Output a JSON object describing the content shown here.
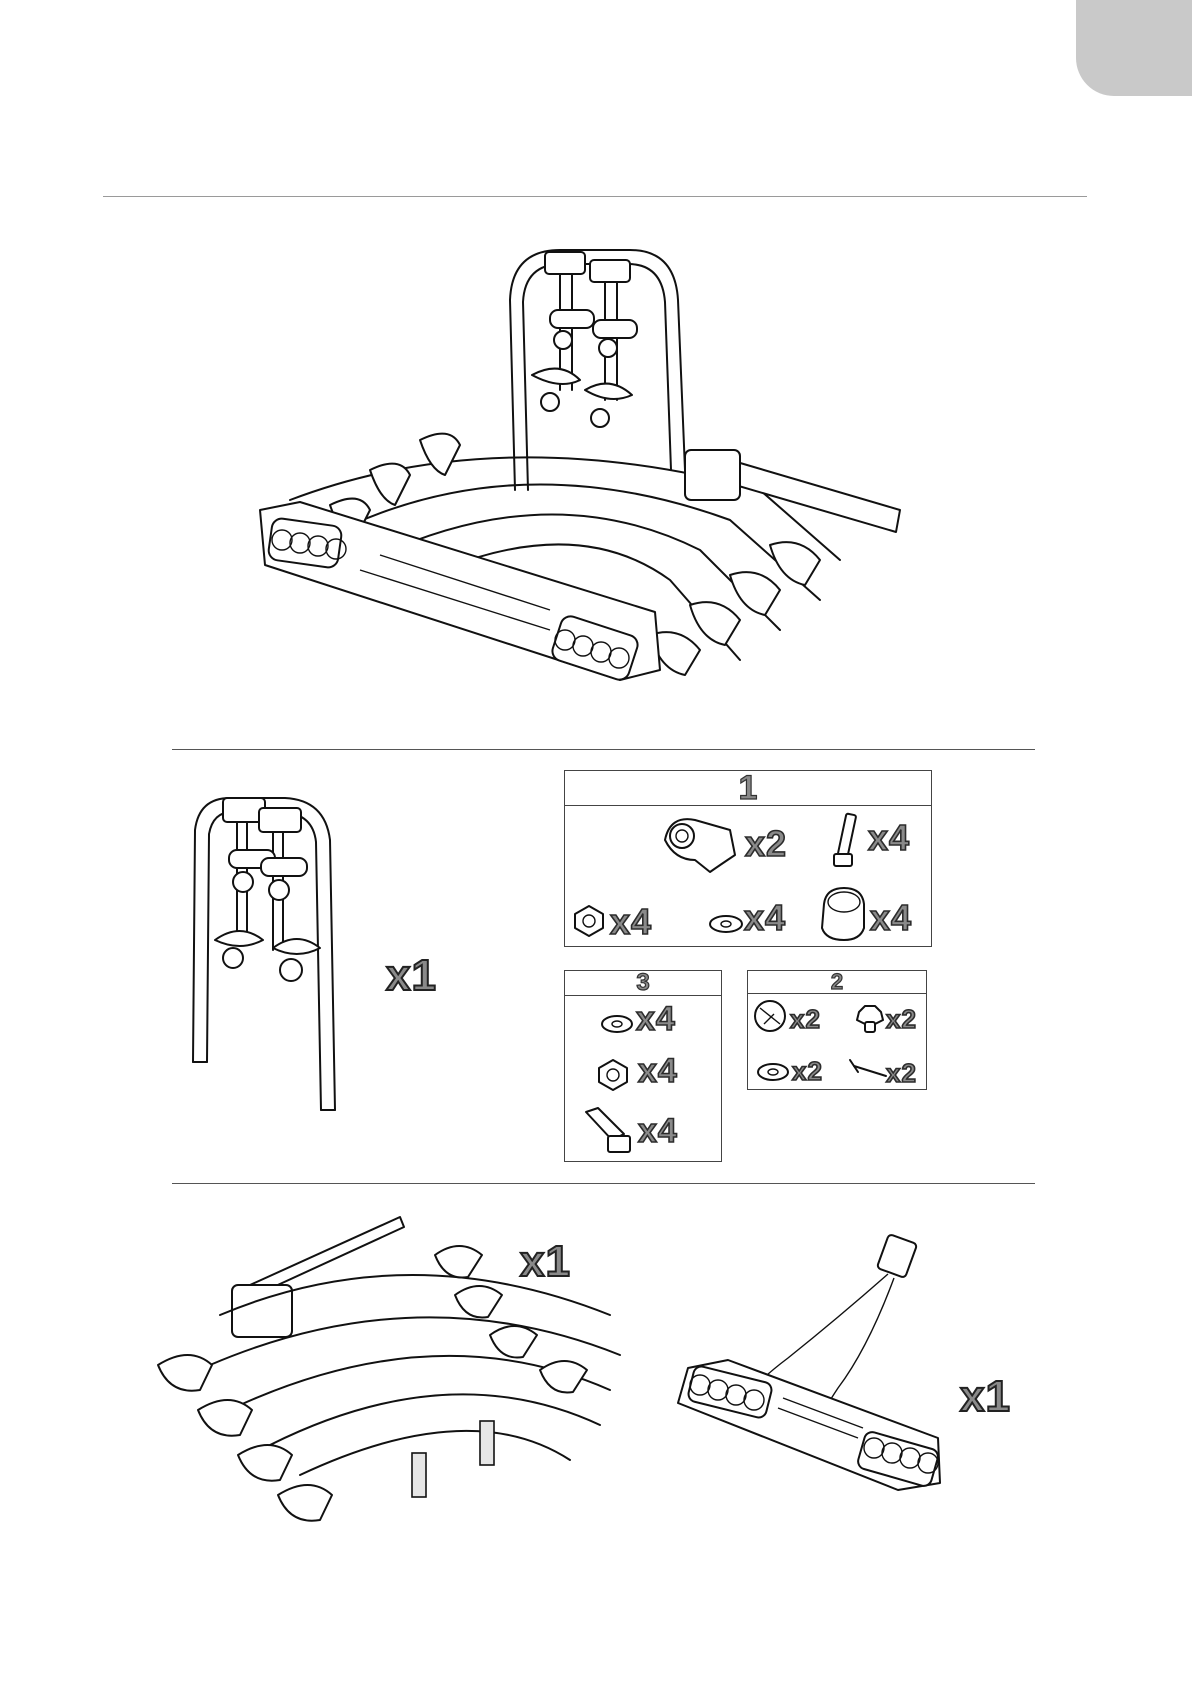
{
  "colors": {
    "tab": "#c9c9c9",
    "rule": "#555555",
    "text_fill": "#8a8a8a",
    "text_stroke": "#222222"
  },
  "icons": {
    "overview": "assembled-bike-carrier-icon",
    "upright": "upright-frame-icon",
    "base": "base-frame-with-wheel-holders-icon",
    "lightboard": "light-board-with-cable-icon"
  },
  "uprights": {
    "qty": "x1"
  },
  "kit1": {
    "number": "1",
    "items": [
      {
        "icon": "pivot-joint-icon",
        "qty": "x2"
      },
      {
        "icon": "bolt-icon",
        "qty": "x4"
      },
      {
        "icon": "hex-nut-icon",
        "qty": "x4"
      },
      {
        "icon": "washer-icon",
        "qty": "x4"
      },
      {
        "icon": "end-cap-icon",
        "qty": "x4"
      }
    ]
  },
  "kit3": {
    "number": "3",
    "items": [
      {
        "icon": "washer-icon",
        "qty": "x4"
      },
      {
        "icon": "hex-nut-icon",
        "qty": "x4"
      },
      {
        "icon": "t-bolt-icon",
        "qty": "x4"
      }
    ]
  },
  "kit2": {
    "number": "2",
    "items": [
      {
        "icon": "clip-icon",
        "qty": "x2"
      },
      {
        "icon": "knob-nut-icon",
        "qty": "x2"
      },
      {
        "icon": "washer-icon",
        "qty": "x2"
      },
      {
        "icon": "pin-icon",
        "qty": "x2"
      }
    ]
  },
  "base": {
    "qty": "x1"
  },
  "lightboard": {
    "qty": "x1"
  }
}
